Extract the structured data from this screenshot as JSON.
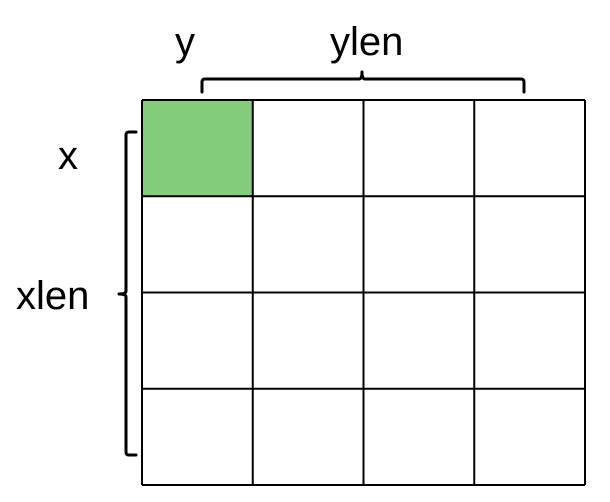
{
  "labels": {
    "y": "y",
    "ylen": "ylen",
    "x": "x",
    "xlen": "xlen"
  },
  "grid": {
    "rows": 4,
    "cols": 4,
    "highlighted_cell": [
      0,
      0
    ],
    "highlight_color": "#83cd7d",
    "line_color": "#000000",
    "background": "#ffffff"
  },
  "braces": {
    "top": "ylen",
    "left": "xlen"
  }
}
